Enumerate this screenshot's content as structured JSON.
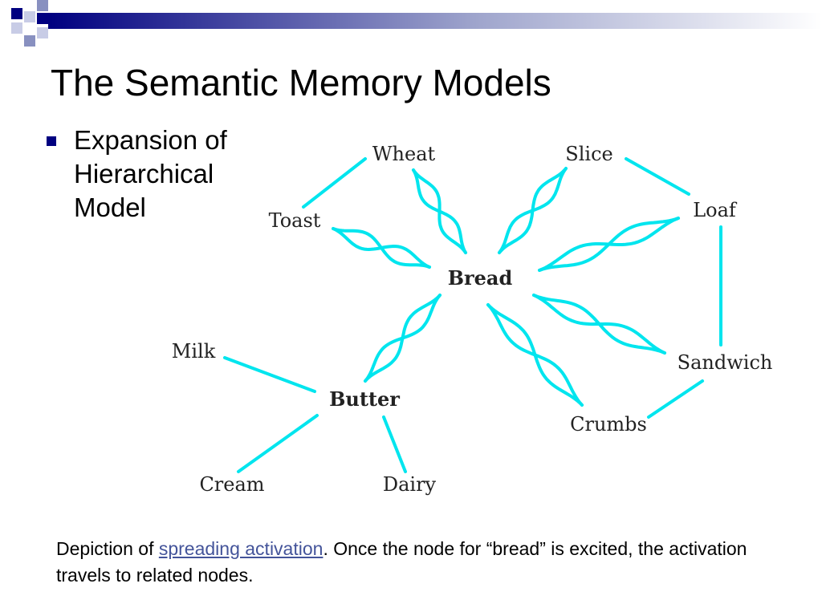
{
  "slide": {
    "title": "The Semantic Memory Models",
    "bullet": {
      "lines": [
        "Expansion of",
        "Hierarchical",
        "Model"
      ]
    },
    "caption": {
      "before_link": "Depiction of ",
      "link_text": "spreading activation",
      "after_link": ". Once the node for “bread” is excited, the activation travels to related nodes."
    }
  },
  "diagram": {
    "nodes": [
      {
        "id": "wheat",
        "label": "Wheat"
      },
      {
        "id": "slice",
        "label": "Slice"
      },
      {
        "id": "toast",
        "label": "Toast"
      },
      {
        "id": "loaf",
        "label": "Loaf"
      },
      {
        "id": "bread",
        "label": "Bread"
      },
      {
        "id": "milk",
        "label": "Milk"
      },
      {
        "id": "butter",
        "label": "Butter"
      },
      {
        "id": "sandwich",
        "label": "Sandwich"
      },
      {
        "id": "crumbs",
        "label": "Crumbs"
      },
      {
        "id": "cream",
        "label": "Cream"
      },
      {
        "id": "dairy",
        "label": "Dairy"
      }
    ],
    "activation_edges": [
      [
        "bread",
        "wheat"
      ],
      [
        "bread",
        "slice"
      ],
      [
        "bread",
        "toast"
      ],
      [
        "bread",
        "loaf"
      ],
      [
        "bread",
        "butter"
      ],
      [
        "bread",
        "sandwich"
      ],
      [
        "bread",
        "crumbs"
      ]
    ],
    "plain_edges": [
      [
        "wheat",
        "toast"
      ],
      [
        "slice",
        "loaf"
      ],
      [
        "loaf",
        "sandwich"
      ],
      [
        "sandwich",
        "crumbs"
      ],
      [
        "butter",
        "milk"
      ],
      [
        "butter",
        "cream"
      ],
      [
        "butter",
        "dairy"
      ]
    ],
    "colors": {
      "link": "#00e5ee",
      "header_dark": "#000080",
      "header_mid": "#8890c0",
      "header_light": "#c8cce6"
    }
  }
}
